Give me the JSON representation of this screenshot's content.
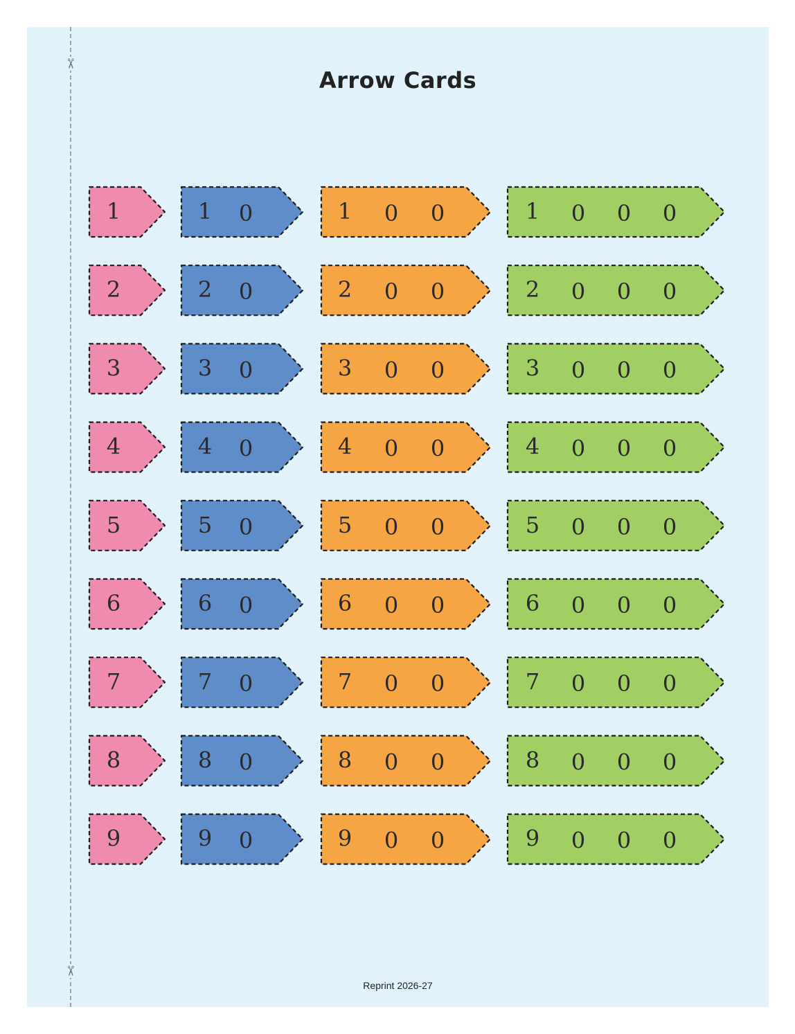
{
  "title": "Arrow Cards",
  "footer": "Reprint 2026-27",
  "icons": {
    "scissors": "scissors-icon"
  },
  "columns": [
    {
      "name": "ones",
      "color": "#f08bb0"
    },
    {
      "name": "tens",
      "color": "#5f8dc9"
    },
    {
      "name": "hundreds",
      "color": "#f6a545"
    },
    {
      "name": "thousands",
      "color": "#a1cf64"
    }
  ],
  "rows": [
    [
      [
        "1"
      ],
      [
        "1",
        "0"
      ],
      [
        "1",
        "0",
        "0"
      ],
      [
        "1",
        "0",
        "0",
        "0"
      ]
    ],
    [
      [
        "2"
      ],
      [
        "2",
        "0"
      ],
      [
        "2",
        "0",
        "0"
      ],
      [
        "2",
        "0",
        "0",
        "0"
      ]
    ],
    [
      [
        "3"
      ],
      [
        "3",
        "0"
      ],
      [
        "3",
        "0",
        "0"
      ],
      [
        "3",
        "0",
        "0",
        "0"
      ]
    ],
    [
      [
        "4"
      ],
      [
        "4",
        "0"
      ],
      [
        "4",
        "0",
        "0"
      ],
      [
        "4",
        "0",
        "0",
        "0"
      ]
    ],
    [
      [
        "5"
      ],
      [
        "5",
        "0"
      ],
      [
        "5",
        "0",
        "0"
      ],
      [
        "5",
        "0",
        "0",
        "0"
      ]
    ],
    [
      [
        "6"
      ],
      [
        "6",
        "0"
      ],
      [
        "6",
        "0",
        "0"
      ],
      [
        "6",
        "0",
        "0",
        "0"
      ]
    ],
    [
      [
        "7"
      ],
      [
        "7",
        "0"
      ],
      [
        "7",
        "0",
        "0"
      ],
      [
        "7",
        "0",
        "0",
        "0"
      ]
    ],
    [
      [
        "8"
      ],
      [
        "8",
        "0"
      ],
      [
        "8",
        "0",
        "0"
      ],
      [
        "8",
        "0",
        "0",
        "0"
      ]
    ],
    [
      [
        "9"
      ],
      [
        "9",
        "0"
      ],
      [
        "9",
        "0",
        "0"
      ],
      [
        "9",
        "0",
        "0",
        "0"
      ]
    ]
  ]
}
